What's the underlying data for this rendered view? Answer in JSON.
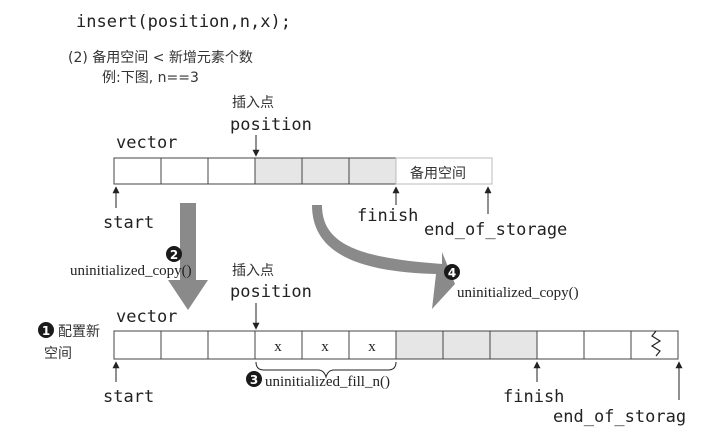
{
  "code_line": "insert(position,n,x);",
  "case_heading": "(2) 备用空间 < 新增元素个数",
  "example_line": "例:下图, n==3",
  "top": {
    "insert_point_cn": "插入点",
    "position_label": "position",
    "vector_label": "vector",
    "spare_label": "备用空间",
    "start_label": "start",
    "finish_label": "finish",
    "eos_label": "end_of_storage"
  },
  "step1": {
    "number": "1",
    "text_line1": "配置新",
    "text_line2": "空间"
  },
  "step2": {
    "number": "2",
    "text": "uninitialized_copy()"
  },
  "step3": {
    "number": "3",
    "text": "uninitialized_fill_n()"
  },
  "step4": {
    "number": "4",
    "text": "uninitialized_copy()"
  },
  "bottom": {
    "insert_point_cn": "插入点",
    "position_label": "position",
    "vector_label": "vector",
    "start_label": "start",
    "finish_label": "finish",
    "eos_label": "end_of_storag",
    "fill_cells": [
      "x",
      "x",
      "x"
    ]
  },
  "colors": {
    "shaded_cell": "#e6e6e6",
    "arrow_gray": "#8a8a8a"
  }
}
